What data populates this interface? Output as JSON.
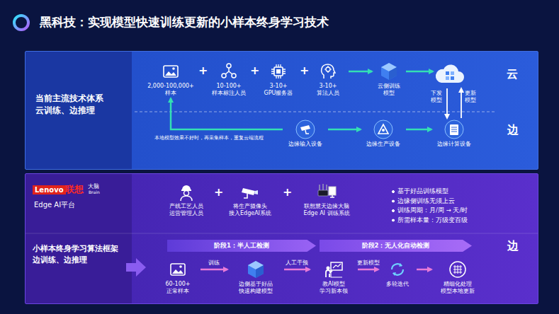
{
  "diagram": {
    "title": "黑科技：实现模型快速训练更新的小样本终身学习技术",
    "nodes": [
      {
        "text": [
          "当前主流技术体系 云训练、边推理"
        ]
      },
      {
        "text": [
          "2,000-100,000+ 样本"
        ],
        "in": 0
      },
      {
        "text": [
          "10-100+ 样本标注人员"
        ],
        "in": 0
      },
      {
        "text": [
          "3-10+ GPU服务器"
        ],
        "in": 0
      },
      {
        "text": [
          "3-10+ 算法人员"
        ],
        "in": 0
      },
      {
        "text": [
          "云侧训练 模型"
        ],
        "in": 0
      },
      {
        "text": [
          "云"
        ],
        "in": 0
      },
      {
        "text": [
          "边缘输入设备"
        ],
        "in": 0
      },
      {
        "text": [
          "边缘生产设备"
        ],
        "in": 0
      },
      {
        "text": [
          "边缘计算设备"
        ],
        "in": 0
      },
      {
        "text": [
          "小样本终身学习算法框架 边训练、边推理"
        ]
      },
      {
        "text": [
          "产线工艺人员 运营管理人员"
        ],
        "in": 10
      },
      {
        "text": [
          "将生产摄像头 接入EdgeAI系统"
        ],
        "in": 10
      },
      {
        "text": [
          "联想慧天边缘大脑 Edge AI 训练系统"
        ],
        "in": 10
      },
      {
        "text": [
          "基于好品训练模型",
          "边缘侧训练无须上云",
          "训练周期：月/周 → 天/时",
          "所需样本量：万级变百级"
        ],
        "in": 10
      },
      {
        "text": [
          "阶段1：半人工检测"
        ],
        "in": 10
      },
      {
        "text": [
          "阶段2：无人化自动检测"
        ],
        "in": 10
      },
      {
        "text": [
          "60-100+ 正常样本"
        ],
        "in": 10
      },
      {
        "text": [
          "边侧基于好品 快速构建模型"
        ],
        "in": 10
      },
      {
        "text": [
          "教AI模型 学习新本领"
        ],
        "in": 10
      },
      {
        "text": [
          "多轮迭代"
        ],
        "in": 10
      },
      {
        "text": [
          "精细化处理 模型本地更新"
        ],
        "in": 10
      }
    ],
    "edges": [
      {
        "from": 4,
        "to": 5,
        "arrow": "to"
      },
      {
        "from": 5,
        "to": 6,
        "arrow": "to"
      },
      {
        "from": 6,
        "to": 9,
        "label": "下发 模型",
        "arrow": "to"
      },
      {
        "from": 9,
        "to": 6,
        "label": "更新 模型",
        "arrow": "to"
      },
      {
        "from": 7,
        "to": 8,
        "arrow": "to"
      },
      {
        "from": 8,
        "to": 9,
        "arrow": "to"
      },
      {
        "from": 7,
        "to": 1,
        "label": "本地模型效果不好时，再采集样本，重复云端流程",
        "arrow": "to"
      },
      {
        "from": 17,
        "to": 18,
        "label": "训练",
        "arrow": "to"
      },
      {
        "from": 18,
        "to": 19,
        "label": "人工干预",
        "arrow": "to"
      },
      {
        "from": 19,
        "to": 20,
        "label": "更新模型",
        "arrow": "to"
      },
      {
        "from": 20,
        "to": 21,
        "arrow": "to"
      }
    ],
    "labels": [
      "+",
      "+",
      "+",
      "边",
      "Lenovo",
      "联想",
      "大脑",
      "Brain",
      "Edge AI平台",
      "+",
      "+",
      "边"
    ]
  }
}
